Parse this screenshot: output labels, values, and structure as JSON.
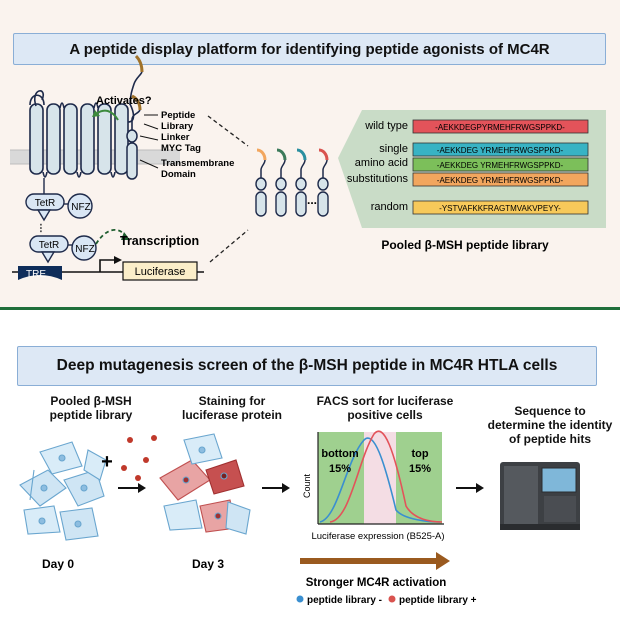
{
  "top": {
    "title": "A peptide display platform for identifying peptide agonists of MC4R",
    "activates": "Activates?",
    "callouts": [
      "Peptide",
      "Library",
      "Linker",
      "MYC Tag",
      "Transmembrane",
      "Domain"
    ],
    "tetr": "TetR",
    "nfz": "NFZ",
    "transcription": "Transcription",
    "tre": "TRE",
    "luciferase": "Luciferase",
    "ellipsis": "...",
    "library_caption": "Pooled β-MSH peptide library",
    "sequences": {
      "wild_type_label": "wild type",
      "single_label": "single",
      "amino_acid_label": "amino acid",
      "substitutions_label": "substitutions",
      "random_label": "random",
      "seq_wild": "-AEKKDEGPYRMEHFRWGSPPKD-",
      "seq_sub1": "-AEKKDEG YRMEHFRWGSPPKD-",
      "seq_sub2": "-AEKKDEG YRMEHFRWGSPPKD-",
      "seq_sub3": "-AEKKDEG YRMEHFRWGSPPKD-",
      "seq_random": "-YSTVAFKKFRAGTMVAKVPEYY-"
    }
  },
  "bottom": {
    "title": "Deep mutagenesis screen of the β-MSH peptide in MC4R HTLA cells",
    "step1": "Pooled β-MSH\npeptide library",
    "step2": "Staining for\nluciferase protein",
    "step3": "FACS sort for luciferase\npositive cells",
    "step4": "Sequence to\ndetermine the identity\nof peptide hits",
    "plus": "+",
    "day0": "Day 0",
    "day3": "Day 3",
    "count": "Count",
    "bottom_gate": "bottom\n15%",
    "top_gate": "top\n15%",
    "xaxis": "Luciferase expression (B525-A)",
    "stronger": "Stronger MC4R activation",
    "legend_minus": "peptide library -",
    "legend_plus": "peptide library +"
  },
  "colors": {
    "seq_wild": "#e3535a",
    "seq_sub1": "#38b3c4",
    "seq_sub2": "#7cbf5a",
    "seq_sub3": "#f2a65e",
    "seq_random": "#f7c95a",
    "seq_panel": "#c9dcc7",
    "legend_minus": "#3a8fd0",
    "legend_plus": "#d9534f",
    "arrow_brown": "#9a5a1f"
  }
}
